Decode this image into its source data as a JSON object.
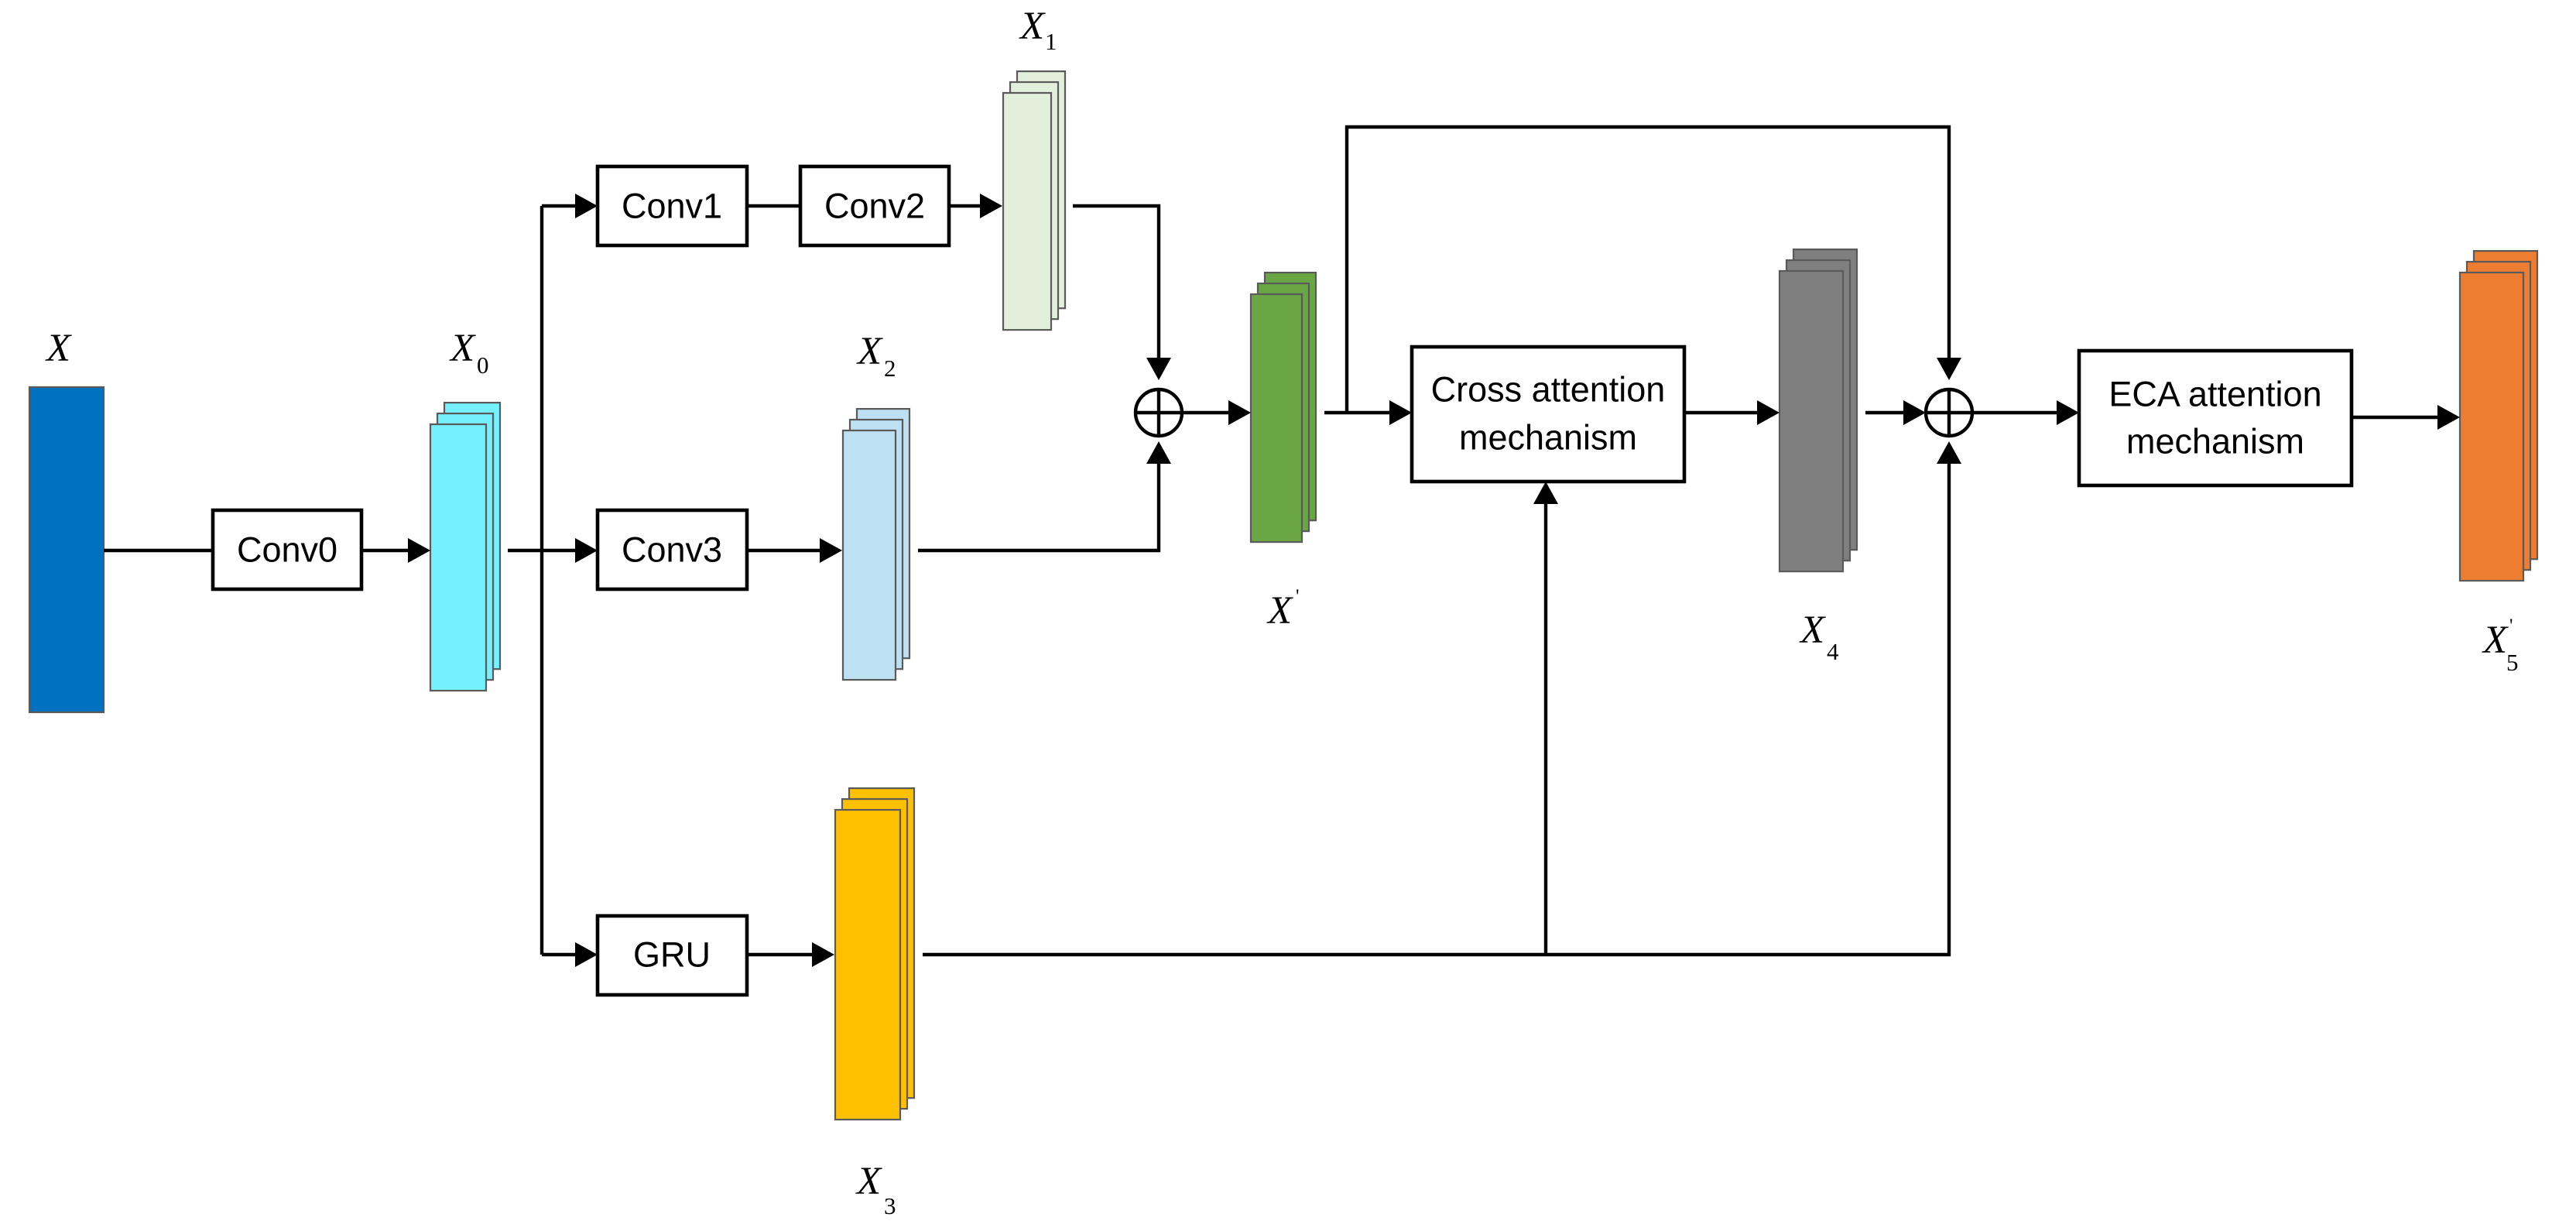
{
  "blocks": {
    "conv0": "Conv0",
    "conv1": "Conv1",
    "conv2": "Conv2",
    "conv3": "Conv3",
    "gru": "GRU",
    "cross_attention": [
      "Cross attention",
      "mechanism"
    ],
    "eca_attention": [
      "ECA attention",
      "mechanism"
    ]
  },
  "variables": {
    "x": {
      "symbol": "X",
      "subscript": "",
      "prime": ""
    },
    "x0": {
      "symbol": "X",
      "subscript": "0",
      "prime": ""
    },
    "x1": {
      "symbol": "X",
      "subscript": "1",
      "prime": ""
    },
    "x2": {
      "symbol": "X",
      "subscript": "2",
      "prime": ""
    },
    "x3": {
      "symbol": "X",
      "subscript": "3",
      "prime": ""
    },
    "x_prime": {
      "symbol": "X",
      "subscript": "",
      "prime": "'"
    },
    "x4": {
      "symbol": "X",
      "subscript": "4",
      "prime": ""
    },
    "x5_prime": {
      "symbol": "X",
      "subscript": "5",
      "prime": "'"
    }
  },
  "feature_maps": {
    "x": {
      "color": "#0070C0",
      "layers": 1
    },
    "x0": {
      "color": "#75F0FF",
      "layers": 3
    },
    "x1": {
      "color": "#E2EFDA",
      "layers": 3
    },
    "x2": {
      "color": "#BDE0F2",
      "layers": 3
    },
    "x3": {
      "color": "#FFC000",
      "layers": 3
    },
    "x_prime": {
      "color": "#6AA744",
      "layers": 3
    },
    "x4": {
      "color": "#7F7F7F",
      "layers": 3
    },
    "x5_prime": {
      "color": "#ED7D31",
      "layers": 3
    }
  },
  "operators": {
    "sum_symbol": "⊕"
  }
}
